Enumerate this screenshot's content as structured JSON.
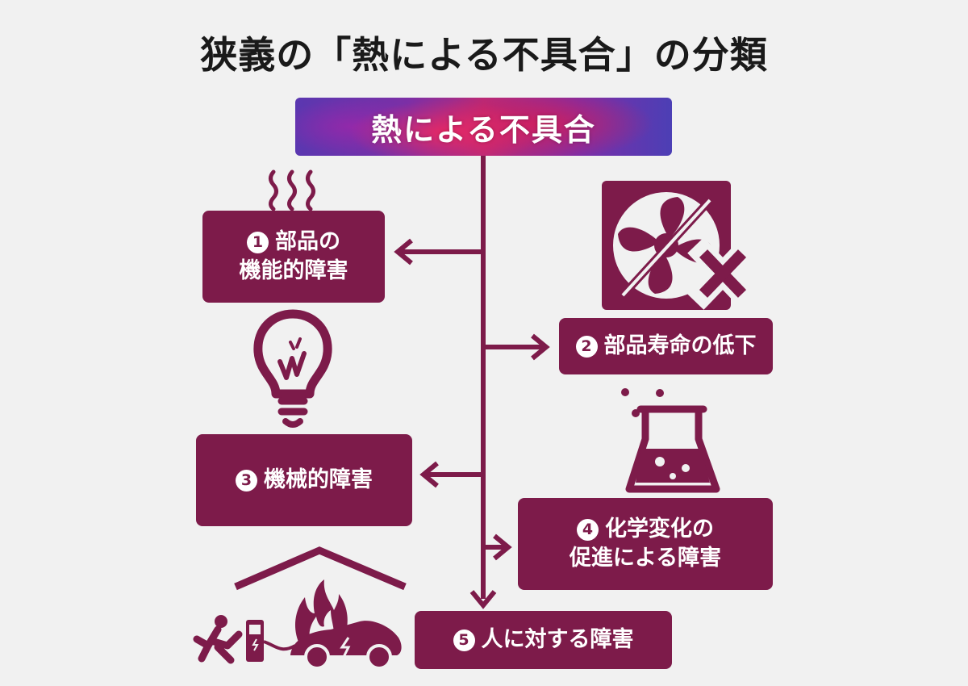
{
  "title": "狭義の「熱による不具合」の分類",
  "root": {
    "label": "熱による不具合"
  },
  "items": [
    {
      "number": "1",
      "lines": [
        "部品の",
        "機能的障害"
      ]
    },
    {
      "number": "2",
      "lines": [
        "部品寿命の低下"
      ]
    },
    {
      "number": "3",
      "lines": [
        "機械的障害"
      ]
    },
    {
      "number": "4",
      "lines": [
        "化学変化の",
        "促進による障害"
      ]
    },
    {
      "number": "5",
      "lines": [
        "人に対する障害"
      ]
    }
  ],
  "colors": {
    "box": "#7d1b4a",
    "line": "#7d1b4a",
    "background": "#f1f1f1"
  },
  "icons": [
    "heat-waves-icon",
    "broken-fan-icon",
    "broken-light-bulb-icon",
    "flask-icon",
    "house-fire-ev-icon"
  ]
}
